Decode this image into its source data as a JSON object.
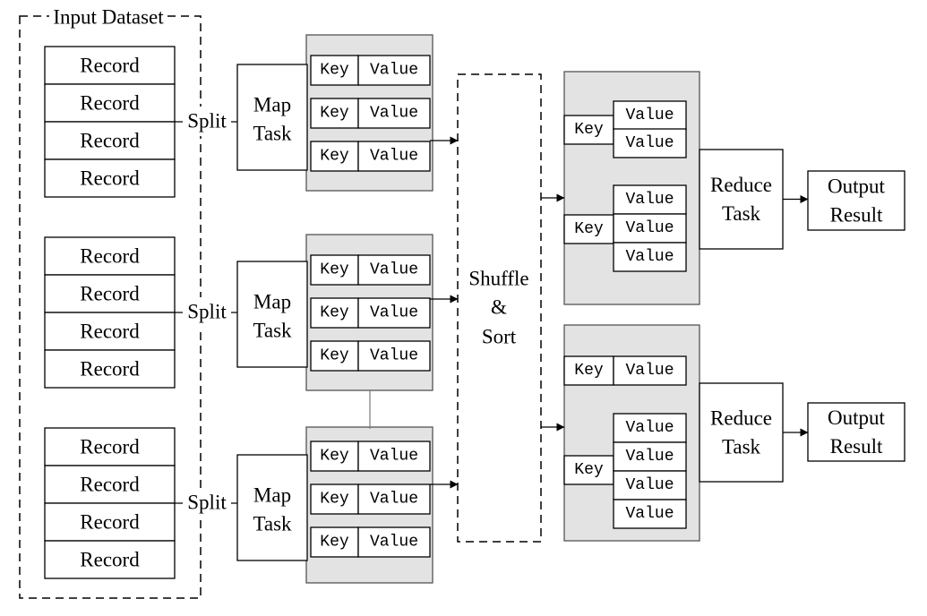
{
  "labels": {
    "input_dataset": "Input Dataset",
    "record": "Record",
    "split": "Split",
    "map_task": [
      "Map",
      "Task"
    ],
    "key": "Key",
    "value": "Value",
    "shuffle_sort": [
      "Shuffle",
      "&",
      "Sort"
    ],
    "reduce_task": [
      "Reduce",
      "Task"
    ],
    "output_result": [
      "Output",
      "Result"
    ]
  },
  "input_groups": [
    {
      "records": [
        "Record",
        "Record",
        "Record",
        "Record"
      ]
    },
    {
      "records": [
        "Record",
        "Record",
        "Record",
        "Record"
      ]
    },
    {
      "records": [
        "Record",
        "Record",
        "Record",
        "Record"
      ]
    }
  ],
  "map_outputs": [
    {
      "pairs": [
        [
          "Key",
          "Value"
        ],
        [
          "Key",
          "Value"
        ],
        [
          "Key",
          "Value"
        ]
      ]
    },
    {
      "pairs": [
        [
          "Key",
          "Value"
        ],
        [
          "Key",
          "Value"
        ],
        [
          "Key",
          "Value"
        ]
      ]
    },
    {
      "pairs": [
        [
          "Key",
          "Value"
        ],
        [
          "Key",
          "Value"
        ],
        [
          "Key",
          "Value"
        ]
      ]
    }
  ],
  "reduce_inputs": [
    {
      "groups": [
        {
          "key": "Key",
          "values": [
            "Value",
            "Value"
          ]
        },
        {
          "key": "Key",
          "values": [
            "Value",
            "Value",
            "Value"
          ]
        }
      ]
    },
    {
      "groups": [
        {
          "key": "Key",
          "values": [
            "Value"
          ]
        },
        {
          "key": "Key",
          "values": [
            "Value",
            "Value",
            "Value",
            "Value"
          ]
        }
      ]
    }
  ],
  "colors": {
    "panel_fill": "#e3e3e3",
    "stroke": "#000000",
    "background": "#ffffff"
  }
}
